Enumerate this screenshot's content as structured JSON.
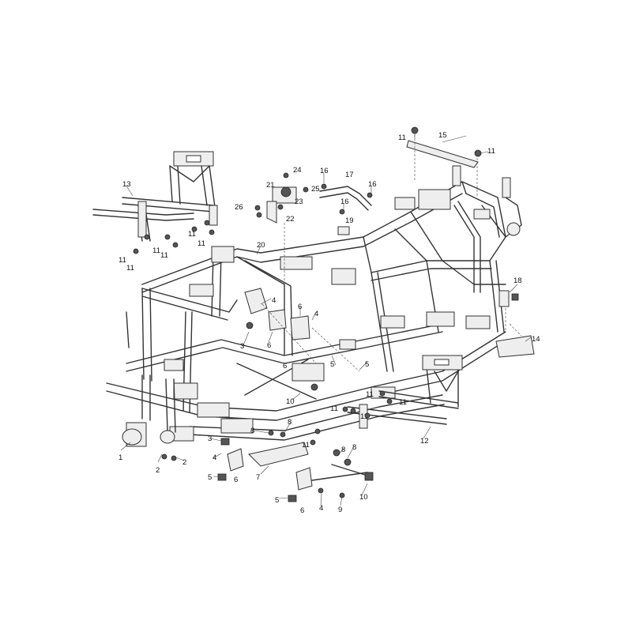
{
  "callouts": [
    "1",
    "2",
    "2",
    "3",
    "3",
    "4",
    "4",
    "4",
    "4",
    "5",
    "5",
    "5",
    "5",
    "6",
    "6",
    "6",
    "6",
    "6",
    "7",
    "8",
    "8",
    "8",
    "8",
    "9",
    "10",
    "10",
    "11",
    "11",
    "11",
    "11",
    "11",
    "11",
    "11",
    "11",
    "11",
    "11",
    "11",
    "11",
    "11",
    "12",
    "13",
    "14",
    "15",
    "16",
    "16",
    "16",
    "17",
    "18",
    "19",
    "20",
    "21",
    "22",
    "23",
    "24",
    "25",
    "26"
  ]
}
